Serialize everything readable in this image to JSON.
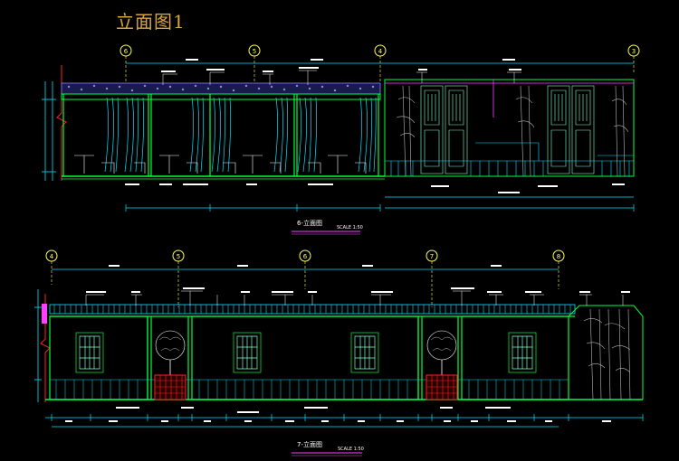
{
  "sheet": {
    "title": "立面图1"
  },
  "elevations": [
    {
      "id": "6",
      "title": "6-立面图",
      "scale": "SCALE 1:50",
      "grid_labels": [
        "6",
        "5",
        "4",
        "3"
      ]
    },
    {
      "id": "7",
      "title": "7-立面图",
      "scale": "SCALE 1:50",
      "grid_labels": [
        "4",
        "5",
        "6",
        "7",
        "8"
      ]
    }
  ],
  "colors": {
    "background": "#000000",
    "title": "#d8a43c",
    "structure": "#00ff40",
    "dimension": "#00e5ff",
    "curtain": "#00e5ff",
    "lattice": "#7fffd4",
    "trellis": "#9080ff",
    "bamboo": "#b8b8b8",
    "accent_red": "#ff2020",
    "magenta": "#ff40ff",
    "annotation": "#ffffff",
    "section_line": "#ff40ff"
  },
  "icons": {
    "grid_marker": "grid-bubble-icon",
    "break_mark": "break-line-icon"
  }
}
